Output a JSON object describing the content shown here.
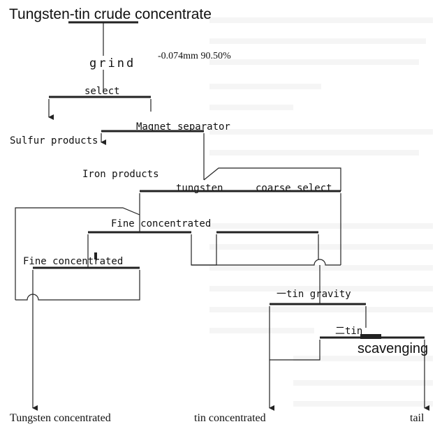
{
  "nodes": {
    "feed": "Tungsten-tin crude concentrate",
    "grind": "grind",
    "grind_spec": "-0.074mm  90.50%",
    "select": "select",
    "sulfur": "Sulfur products",
    "magnet": "Magnet separator",
    "iron": "Iron products",
    "tungsten": "tungsten",
    "coarse_select": "coarse select",
    "fine_concentrated_1": "Fine concentrated",
    "fine_concentrated_2": "Fine concentrated",
    "tin_gravity": "一tin  gravity",
    "tin2": "二tin",
    "scavenging": "scavenging"
  },
  "outputs": {
    "tungsten_concentrated": "Tungsten concentrated",
    "tin_concentrated": "tin concentrated",
    "tail": "tail"
  },
  "colors": {
    "line": "#222222",
    "text": "#111111",
    "background": "#ffffff"
  }
}
